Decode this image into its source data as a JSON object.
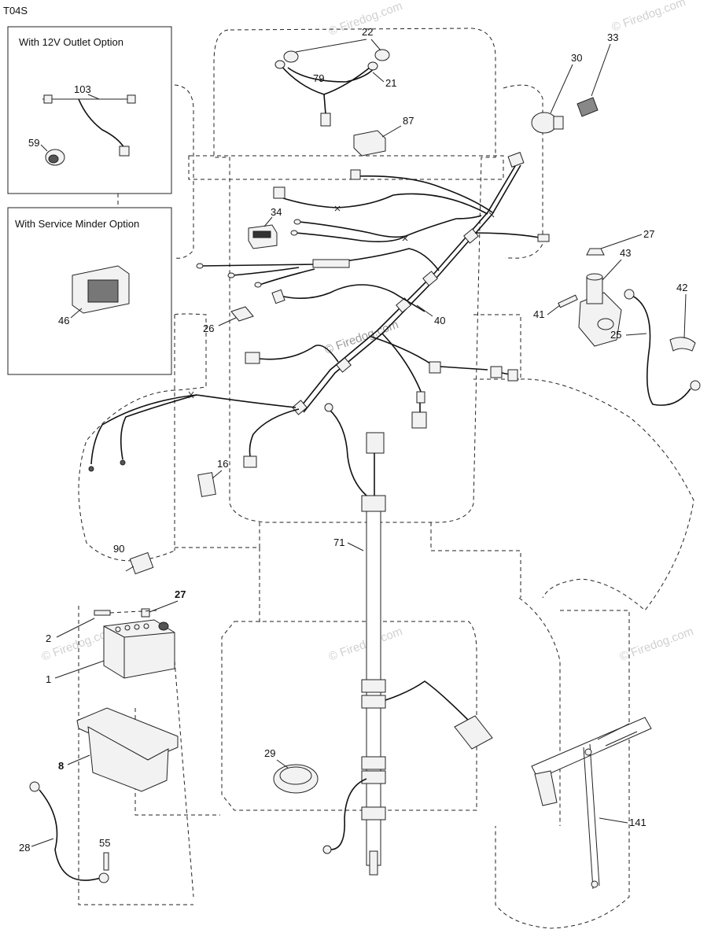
{
  "diagram_code": "T04S",
  "option_boxes": {
    "outlet": {
      "title": "With 12V Outlet Option",
      "parts": [
        "103",
        "59"
      ]
    },
    "service": {
      "title": "With Service Minder Option",
      "parts": [
        "46"
      ]
    }
  },
  "callouts": {
    "p1": "1",
    "p2": "2",
    "p8": "8",
    "p16": "16",
    "p21": "21",
    "p22": "22",
    "p25": "25",
    "p26": "26",
    "p27a": "27",
    "p27b": "27",
    "p28": "28",
    "p29": "29",
    "p30": "30",
    "p33": "33",
    "p34": "34",
    "p40": "40",
    "p41": "41",
    "p42": "42",
    "p43": "43",
    "p46": "46",
    "p55": "55",
    "p59": "59",
    "p71": "71",
    "p79": "79",
    "p87": "87",
    "p90": "90",
    "p103": "103",
    "p141": "141"
  },
  "watermark": "© Firedog.com"
}
